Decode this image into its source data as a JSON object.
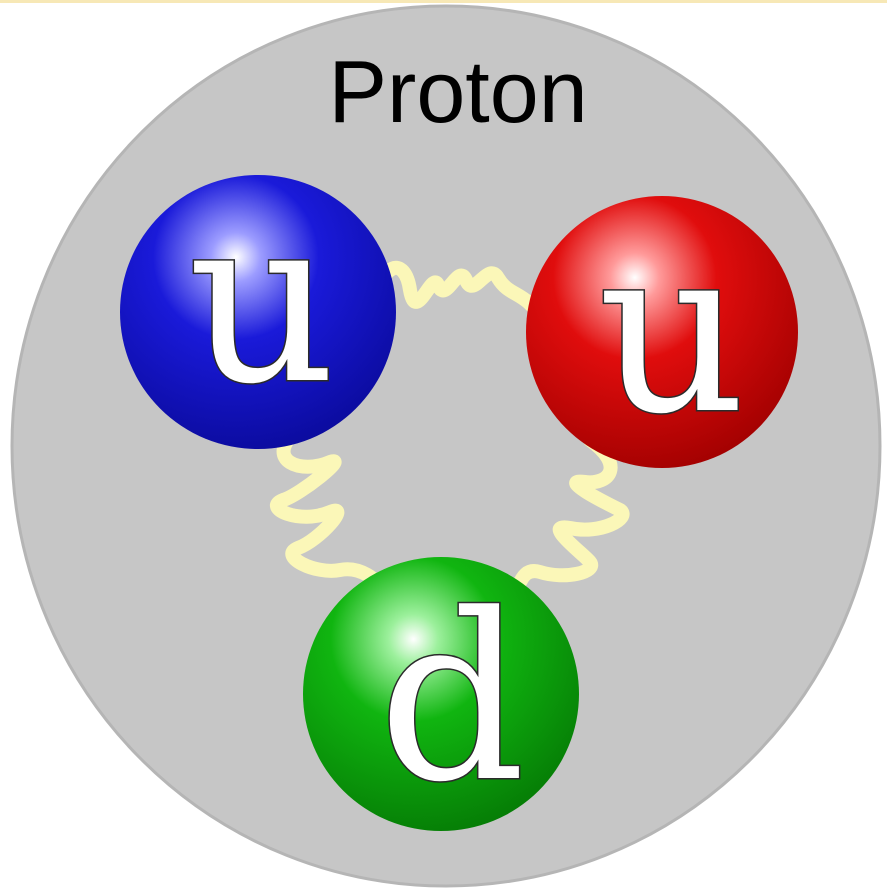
{
  "title": "Proton",
  "quarks": [
    {
      "id": "up-quark-blue",
      "label": "u",
      "color": "#1a1ad9"
    },
    {
      "id": "up-quark-red",
      "label": "u",
      "color": "#e00d0d"
    },
    {
      "id": "down-quark-green",
      "label": "d",
      "color": "#10b510"
    }
  ],
  "colors": {
    "proton_fill": "#c6c6c6",
    "proton_stroke": "#b5b5b5",
    "gluon": "#fbf7b8",
    "top_border": "#f7e8b6"
  }
}
